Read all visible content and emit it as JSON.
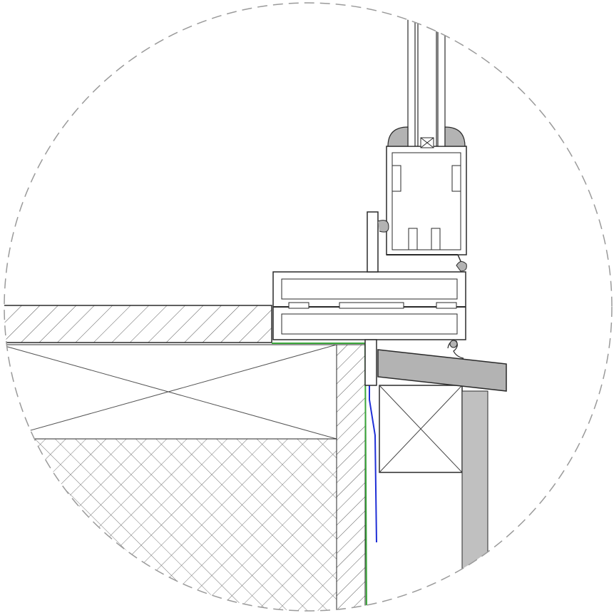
{
  "detail": {
    "colors": {
      "background": "#ffffff",
      "line": "#2a2a2a",
      "hatch": "#6a6a6a",
      "gasket_fill": "#b3b3b3",
      "boundary": "#9a9a9a",
      "membrane_green": "#3aa63a",
      "membrane_blue": "#1f2fd6",
      "timber_fill": "#c0c0c0"
    },
    "components": [
      "detail-boundary",
      "glazing-unit",
      "sash-profile",
      "frame-profile",
      "floor-finish",
      "batten",
      "insulation",
      "wall-layer",
      "membrane-green",
      "membrane-blue",
      "window-sill",
      "timber-block",
      "cladding-board"
    ]
  }
}
